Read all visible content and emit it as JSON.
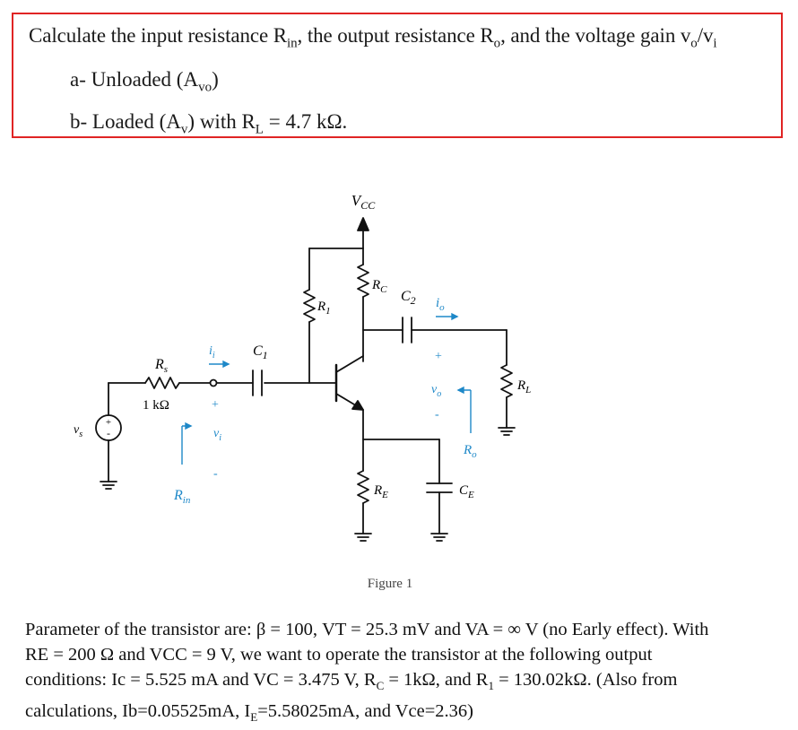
{
  "question": {
    "title": "Calculate the input resistance Rin, the output resistance Ro, and the voltage gain vo/vi",
    "title_parts": {
      "t1": "Calculate the input resistance R",
      "s1": "in",
      "t2": ", the output resistance R",
      "s2": "o",
      "t3": ", and the voltage gain v",
      "s3": "o",
      "t4": "/v",
      "s4": "i"
    },
    "item_a": "a- Unloaded (Avo)",
    "item_a_parts": {
      "t1": "a- Unloaded (A",
      "s1": "vo",
      "t2": ")"
    },
    "item_b": "b- Loaded (Av) with RL = 4.7 kΩ.",
    "item_b_parts": {
      "t1": "b- Loaded (A",
      "s1": "v",
      "t2": ") with R",
      "s2": "L",
      "t3": " = 4.7 kΩ."
    }
  },
  "circuit": {
    "vcc": {
      "main": "V",
      "sub": "CC"
    },
    "r1": {
      "main": "R",
      "sub": "1"
    },
    "rc": {
      "main": "R",
      "sub": "C"
    },
    "c2": {
      "main": "C",
      "sub": "2"
    },
    "io": {
      "main": "i",
      "sub": "o"
    },
    "c1": {
      "main": "C",
      "sub": "1"
    },
    "ii": {
      "main": "i",
      "sub": "i"
    },
    "rs": {
      "main": "R",
      "sub": "s"
    },
    "rs_value": "1 kΩ",
    "vs": {
      "main": "v",
      "sub": "s"
    },
    "vi": {
      "main": "v",
      "sub": "i"
    },
    "vo": {
      "main": "v",
      "sub": "o"
    },
    "rin": {
      "main": "R",
      "sub": "in"
    },
    "ro": {
      "main": "R",
      "sub": "o"
    },
    "rl": {
      "main": "R",
      "sub": "L"
    },
    "re": {
      "main": "R",
      "sub": "E"
    },
    "ce": {
      "main": "C",
      "sub": "E"
    },
    "plus": "+",
    "minus": "-",
    "caption": "Figure 1"
  },
  "parameters": {
    "line1": "Parameter of the transistor are: β = 100, VT = 25.3 mV and VA = ∞ V (no Early effect). With",
    "line2": "RE = 200 Ω and VCC = 9 V, we want to operate the transistor at the following output",
    "line3": "conditions: Ic = 5.525 mA and VC = 3.475 V, RC = 1kΩ, and R1 = 130.02kΩ. (Also from",
    "line3_parts": {
      "t1": "conditions: Ic = 5.525 mA and VC = 3.475 V, R",
      "s1": "C",
      "t2": " = 1kΩ, and R",
      "s2": "1",
      "t3": " = 130.02kΩ. (Also from"
    },
    "line4": "calculations, Ib=0.05525mA, IE=5.58025mA, and Vce=2.36)",
    "line4_parts": {
      "t1": "calculations, Ib=0.05525mA, I",
      "s1": "E",
      "t2": "=5.58025mA, and Vce=2.36)"
    }
  },
  "colors": {
    "frame": "#e02424",
    "annotation_blue": "#1e88c8",
    "wire": "#111111"
  }
}
